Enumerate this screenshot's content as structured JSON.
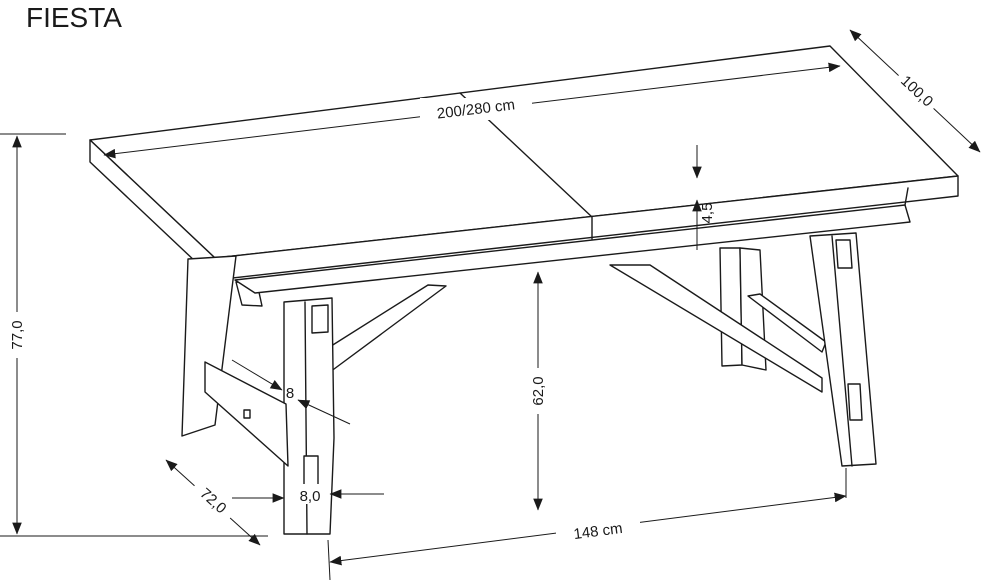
{
  "title": "FIESTA",
  "dimensions": {
    "length": "200/280 cm",
    "depth": "100,0",
    "top_thickness": "4,5",
    "total_height": "77,0",
    "clearance_height": "62,0",
    "leg_thickness": "8",
    "leg_width": "8,0",
    "leg_depth": "72,0",
    "leg_span": "148 cm"
  }
}
